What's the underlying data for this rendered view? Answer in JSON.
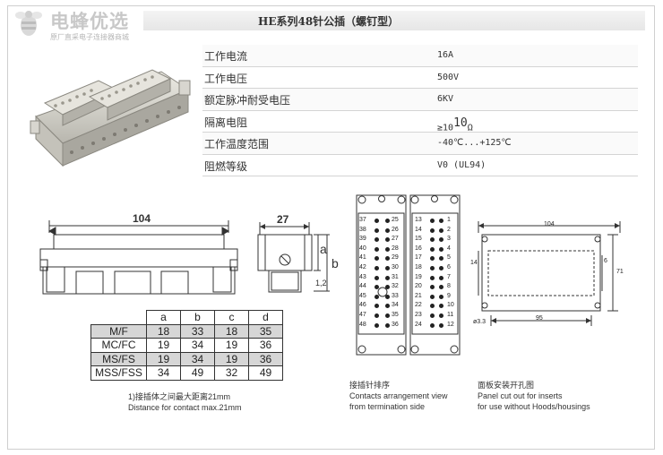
{
  "brand": {
    "logo_text": "电蜂优选",
    "tagline": "原厂直采电子连接器商城"
  },
  "title": "HE系列48针公插（螺钉型）",
  "specs": [
    {
      "label": "工作电流",
      "value": "16A"
    },
    {
      "label": "工作电压",
      "value": "500V"
    },
    {
      "label": "额定脉冲耐受电压",
      "value": "6KV"
    },
    {
      "label": "隔离电阻",
      "value_prefix": "≥10",
      "value_sup": "10",
      "value_suffix": "Ω"
    },
    {
      "label": "工作温度范围",
      "value": "-40℃...+125℃"
    },
    {
      "label": "阻燃等级",
      "value": "V0 (UL94)"
    }
  ],
  "front_drawing": {
    "width_dim": "104"
  },
  "side_drawing": {
    "width_dim": "27",
    "dim_a": "a",
    "dim_b": "b",
    "dim_12": "1,2"
  },
  "dim_table": {
    "headers": [
      "",
      "a",
      "b",
      "c",
      "d"
    ],
    "rows": [
      {
        "label": "M/F",
        "a": "18",
        "b": "33",
        "c": "18",
        "d": "35"
      },
      {
        "label": "MC/FC",
        "a": "19",
        "b": "34",
        "c": "19",
        "d": "36"
      },
      {
        "label": "MS/FS",
        "a": "19",
        "b": "34",
        "c": "19",
        "d": "36"
      },
      {
        "label": "MSS/FSS",
        "a": "34",
        "b": "49",
        "c": "32",
        "d": "49"
      }
    ]
  },
  "note_left": {
    "line1": "1)接插体之间最大距离21mm",
    "line2": "Distance for contact max.21mm"
  },
  "pinout": {
    "left_col1": [
      "37",
      "38",
      "39",
      "40",
      "41",
      "42",
      "43",
      "44",
      "45",
      "46",
      "47",
      "48"
    ],
    "left_col2": [
      "25",
      "26",
      "27",
      "28",
      "29",
      "30",
      "31",
      "32",
      "33",
      "34",
      "35",
      "36"
    ],
    "right_col1": [
      "13",
      "14",
      "15",
      "16",
      "17",
      "18",
      "19",
      "20",
      "21",
      "22",
      "23",
      "24"
    ],
    "right_col2": [
      "1",
      "2",
      "3",
      "4",
      "5",
      "6",
      "7",
      "8",
      "9",
      "10",
      "11",
      "12"
    ],
    "caption1": "接插针排序",
    "caption2": "Contacts arrangement view",
    "caption3": "from termination side"
  },
  "panel_cutout": {
    "dim_top": "104",
    "dim_bottom": "95",
    "dim_hole": "ø3.3",
    "dim_h1": "14",
    "dim_h2": "6",
    "dim_h3": "71",
    "caption1": "面板安装开孔图",
    "caption2": "Panel cut out for inserts",
    "caption3": "for use without Hoods/housings"
  },
  "colors": {
    "title_bar": "#e9e9e9",
    "table_shade": "#d6d6d6",
    "line": "#333333"
  }
}
